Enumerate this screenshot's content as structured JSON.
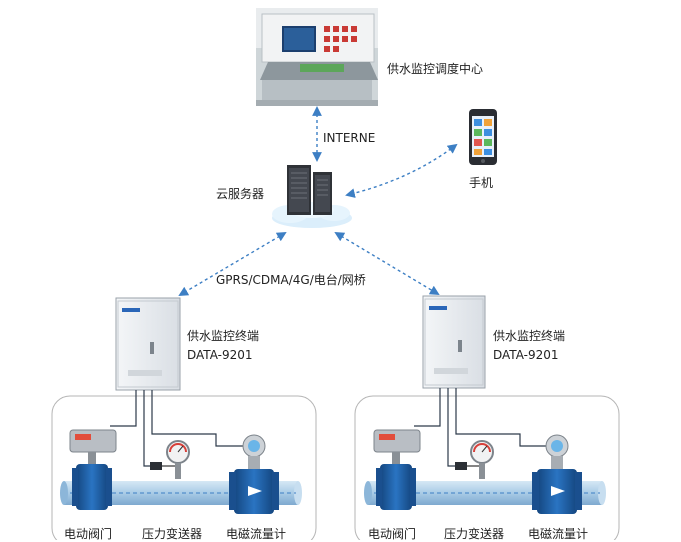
{
  "center": {
    "label": "供水监控调度中心"
  },
  "link": {
    "internet": "INTERNE",
    "wireless": "GPRS/CDMA/4G/电台/网桥"
  },
  "cloud": {
    "label": "云服务器"
  },
  "phone": {
    "label": "手机"
  },
  "terminals": [
    {
      "name": "供水监控终端",
      "model": "DATA-9201"
    },
    {
      "name": "供水监控终端",
      "model": "DATA-9201"
    }
  ],
  "sites": [
    {
      "devices": [
        "电动阀门",
        "压力变送器",
        "电磁流量计"
      ]
    },
    {
      "devices": [
        "电动阀门",
        "压力变送器",
        "电磁流量计"
      ]
    }
  ],
  "colors": {
    "link": "#3d7fc4",
    "pipe": "#9fc3e0",
    "device_blue": "#1f5fa8",
    "cabinet": "#eaeef2"
  }
}
